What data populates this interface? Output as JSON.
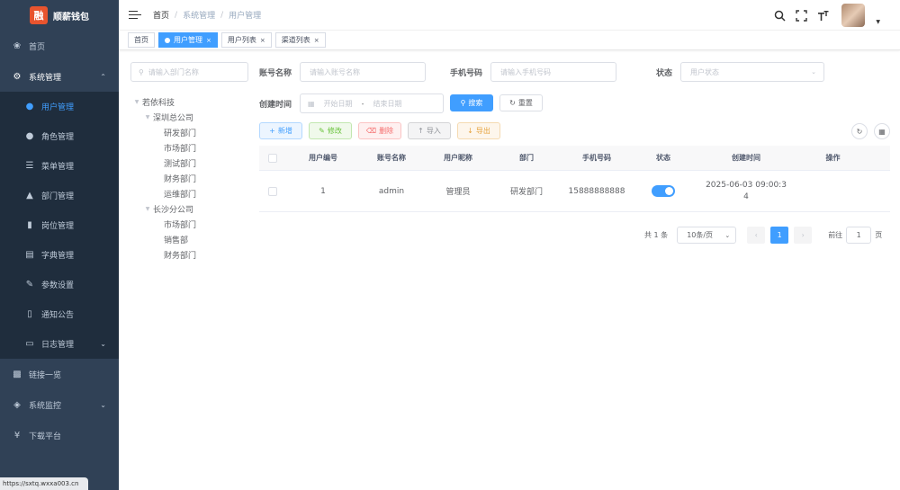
{
  "app": {
    "name": "顺薪钱包",
    "logo_text": "融"
  },
  "sidebar": {
    "items": [
      {
        "label": "首页",
        "icon": "dashboard-icon"
      },
      {
        "label": "系统管理",
        "icon": "gear-icon",
        "expanded": true
      },
      {
        "label": "用户管理",
        "icon": "user-icon",
        "sub": true,
        "active": true
      },
      {
        "label": "角色管理",
        "icon": "peoples-icon",
        "sub": true
      },
      {
        "label": "菜单管理",
        "icon": "tree-table-icon",
        "sub": true
      },
      {
        "label": "部门管理",
        "icon": "tree-icon",
        "sub": true
      },
      {
        "label": "岗位管理",
        "icon": "post-icon",
        "sub": true
      },
      {
        "label": "字典管理",
        "icon": "dict-icon",
        "sub": true
      },
      {
        "label": "参数设置",
        "icon": "edit-icon",
        "sub": true
      },
      {
        "label": "通知公告",
        "icon": "message-icon",
        "sub": true
      },
      {
        "label": "日志管理",
        "icon": "log-icon",
        "sub": true,
        "has_children": true
      },
      {
        "label": "链接一览",
        "icon": "chart-icon"
      },
      {
        "label": "系统监控",
        "icon": "monitor-icon",
        "has_children": true
      },
      {
        "label": "下载平台",
        "icon": "yen-icon"
      }
    ]
  },
  "statusbar": {
    "url": "https://sxtq.wxxa003.cn"
  },
  "breadcrumb": [
    "首页",
    "系统管理",
    "用户管理"
  ],
  "tags": [
    {
      "label": "首页",
      "active": false,
      "closable": false
    },
    {
      "label": "用户管理",
      "active": true,
      "closable": true
    },
    {
      "label": "用户列表",
      "active": false,
      "closable": true
    },
    {
      "label": "渠道列表",
      "active": false,
      "closable": true
    }
  ],
  "dept": {
    "search_placeholder": "请输入部门名称",
    "tree": [
      {
        "label": "若依科技",
        "level": 0,
        "expanded": true
      },
      {
        "label": "深圳总公司",
        "level": 1,
        "expanded": true
      },
      {
        "label": "研发部门",
        "level": 2
      },
      {
        "label": "市场部门",
        "level": 2
      },
      {
        "label": "测试部门",
        "level": 2
      },
      {
        "label": "财务部门",
        "level": 2
      },
      {
        "label": "运维部门",
        "level": 2
      },
      {
        "label": "长沙分公司",
        "level": 1,
        "expanded": true
      },
      {
        "label": "市场部门",
        "level": 2
      },
      {
        "label": "销售部",
        "level": 2
      },
      {
        "label": "财务部门",
        "level": 2
      }
    ]
  },
  "search": {
    "account_label": "账号名称",
    "account_placeholder": "请输入账号名称",
    "phone_label": "手机号码",
    "phone_placeholder": "请输入手机号码",
    "status_label": "状态",
    "status_placeholder": "用户状态",
    "created_label": "创建时间",
    "start_placeholder": "开始日期",
    "range_sep": "-",
    "end_placeholder": "结束日期",
    "search_btn": "搜索",
    "reset_btn": "重置"
  },
  "toolbar": {
    "add": "新增",
    "edit": "修改",
    "delete": "删除",
    "import": "导入",
    "export": "导出"
  },
  "table": {
    "headers": [
      "用户编号",
      "账号名称",
      "用户昵称",
      "部门",
      "手机号码",
      "状态",
      "创建时间",
      "操作"
    ],
    "rows": [
      {
        "id": "1",
        "account": "admin",
        "nickname": "管理员",
        "dept": "研发部门",
        "phone": "15888888888",
        "status_on": true,
        "created_line1": "2025-06-03 09:00:3",
        "created_line2": "4"
      }
    ]
  },
  "pagination": {
    "total_text": "共 1 条",
    "page_size": "10条/页",
    "current_page": "1",
    "goto_label": "前往",
    "goto_value": "1",
    "page_unit": "页"
  },
  "colors": {
    "sidebar_bg": "#304156",
    "submenu_bg": "#1f2d3d",
    "primary": "#409eff",
    "logo": "#e8542e"
  }
}
